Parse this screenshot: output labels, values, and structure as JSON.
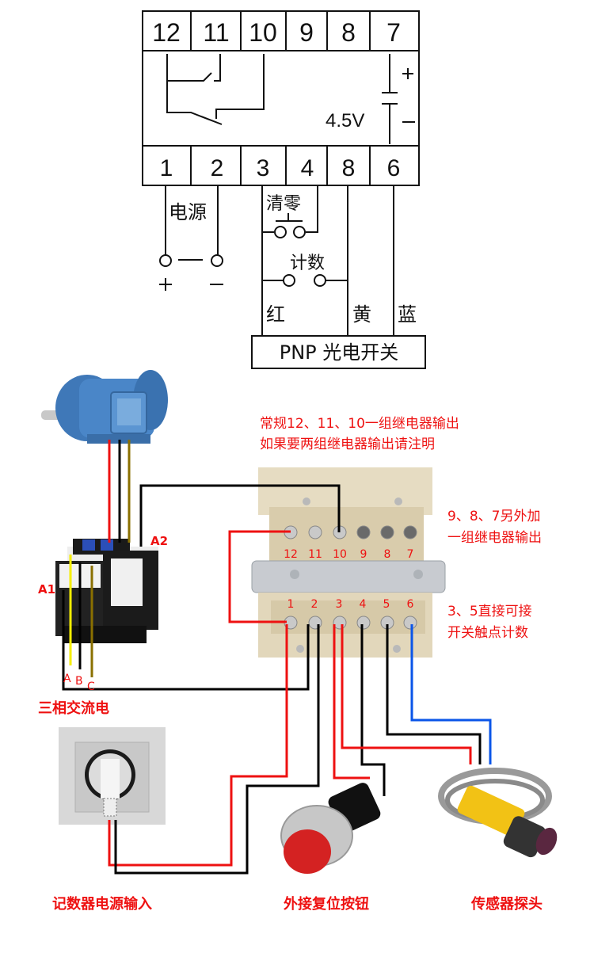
{
  "schematic": {
    "top_terminals": [
      "12",
      "11",
      "10",
      "9",
      "8",
      "7"
    ],
    "bottom_terminals": [
      "1",
      "2",
      "3",
      "4",
      "8",
      "6"
    ],
    "battery_label": "4.5V",
    "battery_plus": "+",
    "battery_minus": "−",
    "power_label": "电源",
    "power_plus": "+",
    "power_minus": "−",
    "reset_label": "清零",
    "count_label": "计数",
    "wire_red_label": "红",
    "wire_yellow_label": "黄",
    "wire_blue_label": "蓝",
    "sensor_box_label": "PNP 光电开关"
  },
  "photo_section": {
    "note_relay_line1": "常规12、11、10一组继电器输出",
    "note_relay_line2": "如果要两组继电器输出请注明",
    "note_extra_line1": "9、8、7另外加",
    "note_extra_line2": "一组继电器输出",
    "note_direct_line1": "3、5直接可接",
    "note_direct_line2": "开关触点计数",
    "counter_top_terminals": [
      "12",
      "11",
      "10",
      "9",
      "8",
      "7"
    ],
    "counter_bottom_terminals": [
      "1",
      "2",
      "3",
      "4",
      "5",
      "6"
    ],
    "contactor_a1": "A1",
    "contactor_a2": "A2",
    "phase_a": "A",
    "phase_b": "B",
    "phase_c": "C",
    "three_phase_label": "三相交流电",
    "caption_power": "记数器电源输入",
    "caption_reset": "外接复位按钮",
    "caption_sensor": "传感器探头"
  },
  "colors": {
    "annotation_red": "#ee1111",
    "wire_red": "#ee1111",
    "wire_black": "#000000",
    "wire_blue": "#0a55e8",
    "wire_yellow": "#f5ee00",
    "wire_olive": "#8a7000",
    "motor_blue": "#4a86c8",
    "counter_beige": "#e8dcc0"
  }
}
